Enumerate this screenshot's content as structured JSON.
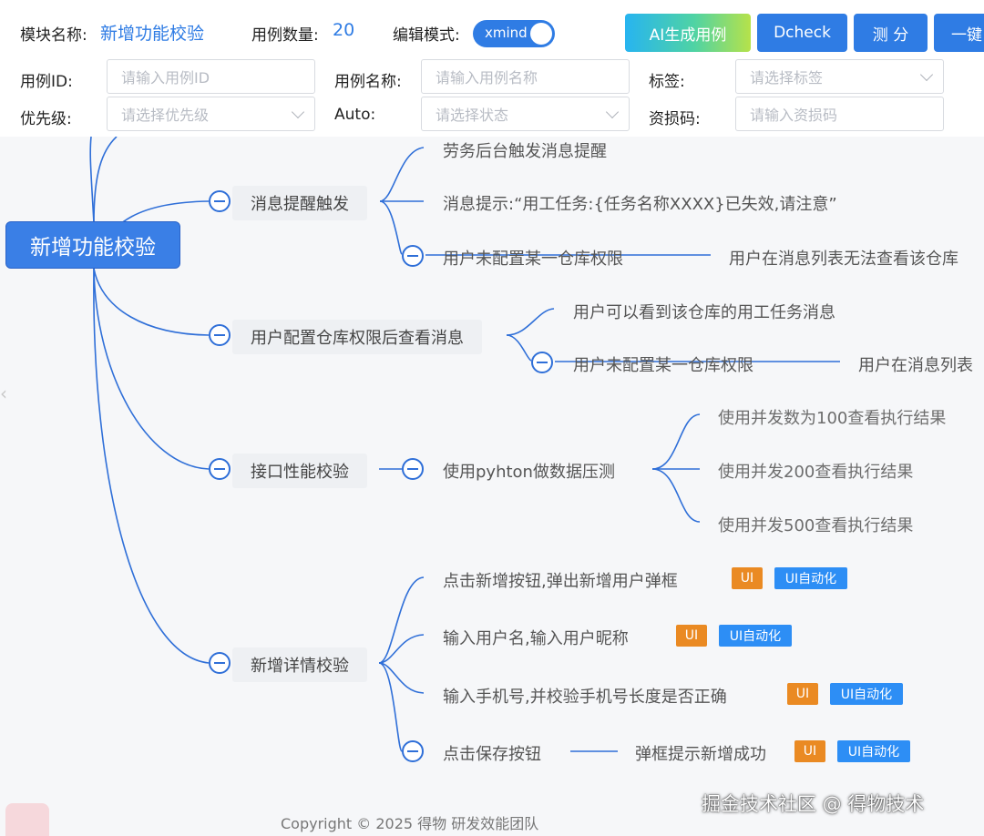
{
  "header": {
    "module_label": "模块名称:",
    "module_value": "新增功能校验",
    "count_label": "用例数量:",
    "count_value": "20",
    "edit_mode_label": "编辑模式:",
    "edit_mode_toggle": "xmind",
    "buttons": [
      "AI生成用例",
      "Dcheck",
      "测 分",
      "一键"
    ]
  },
  "filters": {
    "case_id_label": "用例ID:",
    "case_id_placeholder": "请输入用例ID",
    "case_name_label": "用例名称:",
    "case_name_placeholder": "请输入用例名称",
    "tag_label": "标签:",
    "tag_placeholder": "请选择标签",
    "priority_label": "优先级:",
    "priority_placeholder": "请选择优先级",
    "auto_label": "Auto:",
    "auto_placeholder": "请选择状态",
    "loss_code_label": "资损码:",
    "loss_code_placeholder": "请输入资损码"
  },
  "mindmap": {
    "root": "新增功能校验",
    "branch1": {
      "label": "消息提醒触发",
      "children": [
        "劳务后台触发消息提醒",
        "消息提示:“用工任务:{任务名称XXXX}已失效,请注意”",
        "用户未配置某一仓库权限"
      ],
      "grandchild": "用户在消息列表无法查看该仓库"
    },
    "branch2": {
      "label": "用户配置仓库权限后查看消息",
      "children": [
        "用户可以看到该仓库的用工任务消息",
        "用户未配置某一仓库权限"
      ],
      "grandchild": "用户在消息列表"
    },
    "branch3": {
      "label": "接口性能校验",
      "child": "使用pyhton做数据压测",
      "grandchildren": [
        "使用并发数为100查看执行结果",
        "使用并发200查看执行结果",
        "使用并发500查看执行结果"
      ]
    },
    "branch4": {
      "label": "新增详情校验",
      "children": [
        "点击新增按钮,弹出新增用户弹框",
        "输入用户名,输入用户昵称",
        "输入手机号,并校验手机号长度是否正确",
        "点击保存按钮"
      ],
      "grandchild": "弹框提示新增成功"
    },
    "tags": {
      "ui": "UI",
      "auto": "UI自动化"
    }
  },
  "footer": {
    "copyright": "Copyright © 2025 得物 研发效能团队",
    "watermark": "掘金技术社区 @ 得物技术"
  },
  "colors": {
    "primary": "#2f7ce4",
    "tag_ui": "#ea8a23",
    "tag_auto": "#2d8ef5",
    "root_node": "#3a7fe6"
  }
}
